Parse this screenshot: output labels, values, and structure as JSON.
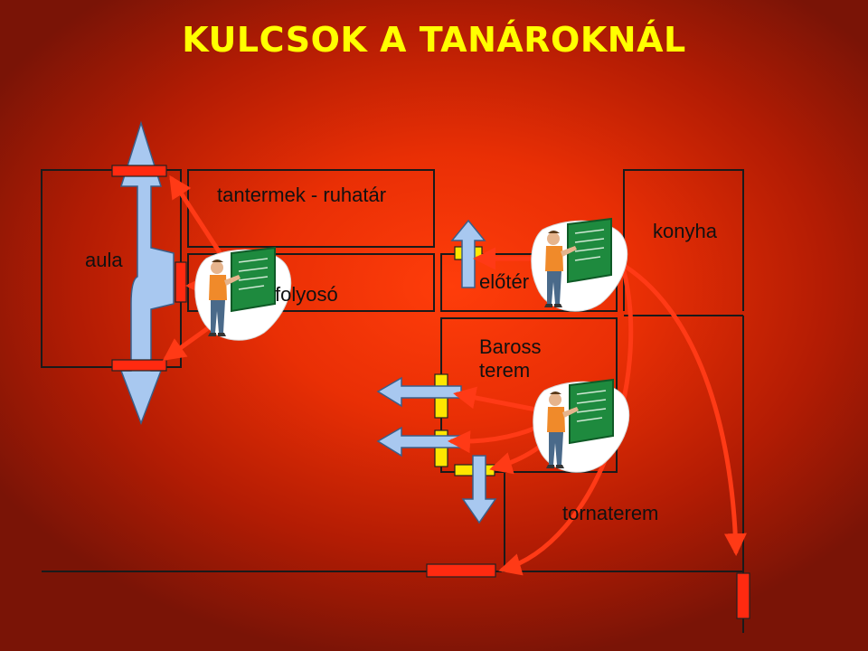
{
  "title": "KULCSOK A TANÁROKNÁL",
  "rooms": {
    "aula": "aula",
    "tantermek": "tantermek - ruhatár",
    "folyoso": "folyosó",
    "eloter": "előtér",
    "konyha": "konyha",
    "baross_line1": "Baross",
    "baross_line2": "terem",
    "tornaterem": "tornaterem"
  },
  "colors": {
    "wall": "#1a1a1a",
    "key_door": "#ff2a10",
    "yellow_door": "#ffe600",
    "arrow_light": "#a8c8f0",
    "red_arrow": "#ff3a16"
  },
  "icons": [
    "teacher-at-board-icon",
    "teacher-at-board-icon",
    "teacher-at-board-icon"
  ]
}
